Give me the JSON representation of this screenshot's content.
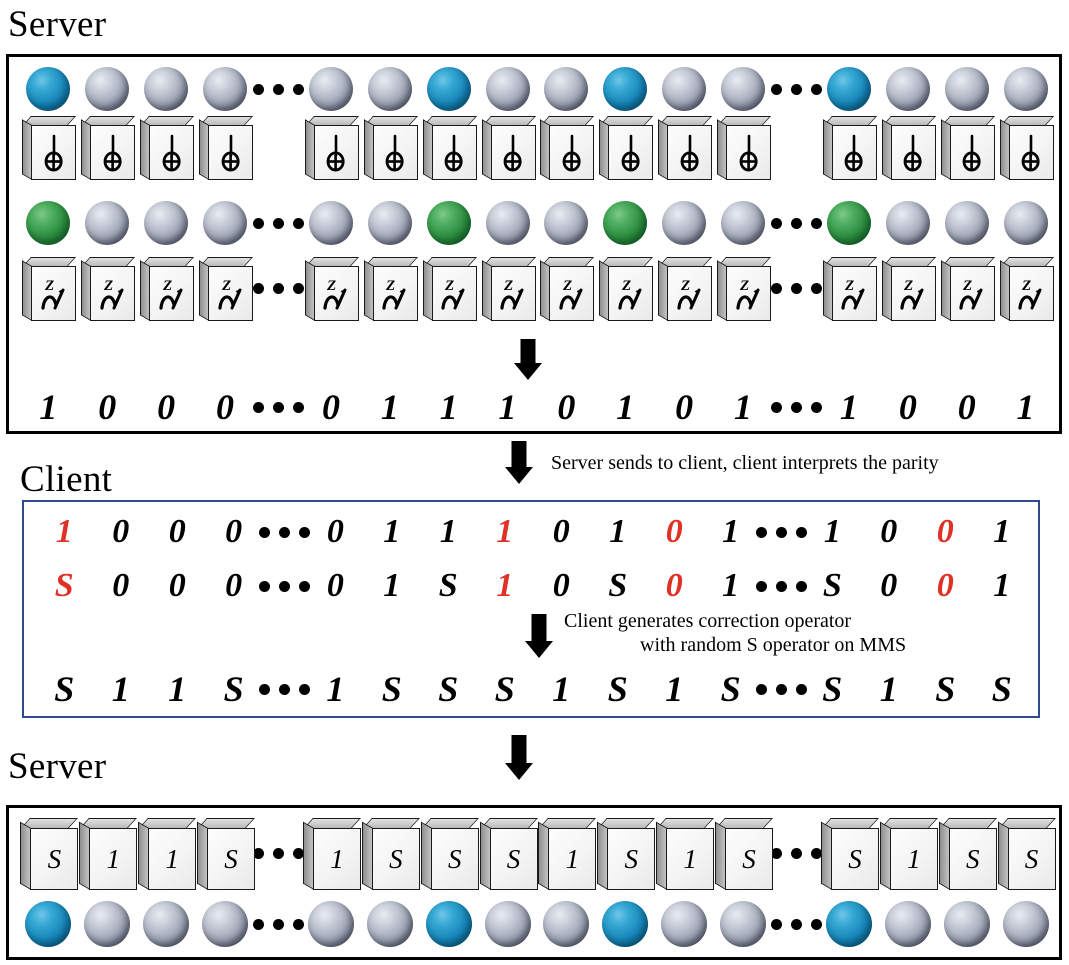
{
  "titles": {
    "server_top": "Server",
    "client": "Client",
    "server_bottom": "Server"
  },
  "annotations": {
    "transfer": "Server sends to client, client interprets the parity",
    "correction_line1": "Client generates correction operator",
    "correction_line2": "with random S operator on MMS"
  },
  "colors": {
    "qubit_blue": "#1583b6",
    "qubit_green": "#2b8c3e",
    "qubit_grey": "#9aa0b0",
    "highlight_red": "#e03127",
    "client_border": "#2e4b8f",
    "panel_border": "#000000"
  },
  "icons": {
    "cnot_gate": "cnot-gate-icon",
    "z_measurement": "z-measurement-icon",
    "down_arrow": "down-arrow-icon",
    "ellipsis": "ellipsis-icon"
  },
  "server_top": {
    "qubit_row_blue": {
      "slots": [
        {
          "type": "sphere",
          "color": "blue"
        },
        {
          "type": "sphere",
          "color": "grey"
        },
        {
          "type": "sphere",
          "color": "grey"
        },
        {
          "type": "sphere",
          "color": "grey"
        },
        {
          "type": "dots"
        },
        {
          "type": "sphere",
          "color": "grey"
        },
        {
          "type": "sphere",
          "color": "grey"
        },
        {
          "type": "sphere",
          "color": "blue"
        },
        {
          "type": "sphere",
          "color": "grey"
        },
        {
          "type": "sphere",
          "color": "grey"
        },
        {
          "type": "sphere",
          "color": "blue"
        },
        {
          "type": "sphere",
          "color": "grey"
        },
        {
          "type": "sphere",
          "color": "grey"
        },
        {
          "type": "dots"
        },
        {
          "type": "sphere",
          "color": "blue"
        },
        {
          "type": "sphere",
          "color": "grey"
        },
        {
          "type": "sphere",
          "color": "grey"
        },
        {
          "type": "sphere",
          "color": "grey"
        }
      ]
    },
    "gate_row_cnot": {
      "icon": "cnot-gate-icon",
      "slots": [
        {
          "type": "card"
        },
        {
          "type": "card"
        },
        {
          "type": "card"
        },
        {
          "type": "card"
        },
        {
          "type": "gap"
        },
        {
          "type": "card"
        },
        {
          "type": "card"
        },
        {
          "type": "card"
        },
        {
          "type": "card"
        },
        {
          "type": "card"
        },
        {
          "type": "card"
        },
        {
          "type": "card"
        },
        {
          "type": "card"
        },
        {
          "type": "gap"
        },
        {
          "type": "card"
        },
        {
          "type": "card"
        },
        {
          "type": "card"
        },
        {
          "type": "card"
        }
      ]
    },
    "qubit_row_green": {
      "slots": [
        {
          "type": "sphere",
          "color": "green"
        },
        {
          "type": "sphere",
          "color": "grey"
        },
        {
          "type": "sphere",
          "color": "grey"
        },
        {
          "type": "sphere",
          "color": "grey"
        },
        {
          "type": "dots"
        },
        {
          "type": "sphere",
          "color": "grey"
        },
        {
          "type": "sphere",
          "color": "grey"
        },
        {
          "type": "sphere",
          "color": "green"
        },
        {
          "type": "sphere",
          "color": "grey"
        },
        {
          "type": "sphere",
          "color": "grey"
        },
        {
          "type": "sphere",
          "color": "green"
        },
        {
          "type": "sphere",
          "color": "grey"
        },
        {
          "type": "sphere",
          "color": "grey"
        },
        {
          "type": "dots"
        },
        {
          "type": "sphere",
          "color": "green"
        },
        {
          "type": "sphere",
          "color": "grey"
        },
        {
          "type": "sphere",
          "color": "grey"
        },
        {
          "type": "sphere",
          "color": "grey"
        }
      ]
    },
    "gate_row_measure": {
      "icon": "z-measurement-icon",
      "slots": [
        {
          "type": "card"
        },
        {
          "type": "card"
        },
        {
          "type": "card"
        },
        {
          "type": "card"
        },
        {
          "type": "dots"
        },
        {
          "type": "card"
        },
        {
          "type": "card"
        },
        {
          "type": "card"
        },
        {
          "type": "card"
        },
        {
          "type": "card"
        },
        {
          "type": "card"
        },
        {
          "type": "card"
        },
        {
          "type": "card"
        },
        {
          "type": "dots"
        },
        {
          "type": "card"
        },
        {
          "type": "card"
        },
        {
          "type": "card"
        },
        {
          "type": "card"
        }
      ]
    },
    "parity_bits": {
      "values": [
        "1",
        "0",
        "0",
        "0",
        "…",
        "0",
        "1",
        "1",
        "1",
        "0",
        "1",
        "0",
        "1",
        "…",
        "1",
        "0",
        "0",
        "1"
      ],
      "sequence": "1 0 0 0 ... 0 1 1 1 0 1 0 1 ... 1 0 0 1"
    }
  },
  "client": {
    "row_parity": {
      "values": [
        "1",
        "0",
        "0",
        "0",
        "…",
        "0",
        "1",
        "1",
        "1",
        "0",
        "1",
        "0",
        "1",
        "…",
        "1",
        "0",
        "0",
        "1"
      ],
      "red_indices": [
        0,
        7,
        10,
        14
      ],
      "sequence": "1 0 0 0 ... 0 1 1 1 0 1 0 1 ... 1 0 0 1"
    },
    "row_s": {
      "values": [
        "S",
        "0",
        "0",
        "0",
        "…",
        "0",
        "1",
        "S",
        "1",
        "0",
        "S",
        "0",
        "1",
        "…",
        "S",
        "0",
        "0",
        "1"
      ],
      "red_indices": [
        0,
        7,
        10,
        14
      ],
      "sequence": "S 0 0 0 ... 0 1 S 1 0 S 0 1 ... S 0 0 1"
    },
    "row_correction": {
      "values": [
        "S",
        "1",
        "1",
        "S",
        "…",
        "1",
        "S",
        "S",
        "S",
        "1",
        "S",
        "1",
        "S",
        "…",
        "S",
        "1",
        "S",
        "S"
      ],
      "red_indices": [],
      "sequence": "S 1 1 S ... 1 S S S 1 S 1 S ... S 1 S S"
    }
  },
  "server_bottom": {
    "gate_row_correction": {
      "values": [
        "S",
        "1",
        "1",
        "S",
        "…",
        "1",
        "S",
        "S",
        "S",
        "1",
        "S",
        "1",
        "S",
        "…",
        "S",
        "1",
        "S",
        "S"
      ],
      "sequence": "S 1 1 S ... 1 S S S 1 S 1 S ... S 1 S S"
    },
    "qubit_row_blue": {
      "slots": [
        {
          "type": "sphere",
          "color": "blue"
        },
        {
          "type": "sphere",
          "color": "grey"
        },
        {
          "type": "sphere",
          "color": "grey"
        },
        {
          "type": "sphere",
          "color": "grey"
        },
        {
          "type": "dots"
        },
        {
          "type": "sphere",
          "color": "grey"
        },
        {
          "type": "sphere",
          "color": "grey"
        },
        {
          "type": "sphere",
          "color": "blue"
        },
        {
          "type": "sphere",
          "color": "grey"
        },
        {
          "type": "sphere",
          "color": "grey"
        },
        {
          "type": "sphere",
          "color": "blue"
        },
        {
          "type": "sphere",
          "color": "grey"
        },
        {
          "type": "sphere",
          "color": "grey"
        },
        {
          "type": "dots"
        },
        {
          "type": "sphere",
          "color": "blue"
        },
        {
          "type": "sphere",
          "color": "grey"
        },
        {
          "type": "sphere",
          "color": "grey"
        },
        {
          "type": "sphere",
          "color": "grey"
        }
      ]
    }
  }
}
